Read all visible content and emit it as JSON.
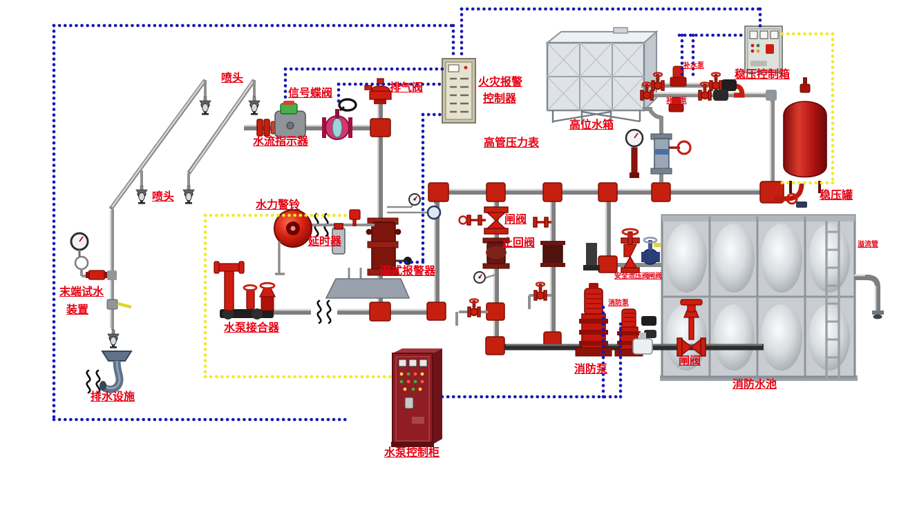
{
  "diagram_type": "fire-protection-sprinkler-system-schematic",
  "labels": {
    "sprinkler_top": "喷头",
    "sprinkler_lower": "喷头",
    "signal_butterfly_valve": "信号蝶阀",
    "water_flow_indicator": "水流指示器",
    "exhaust_valve": "排气阀",
    "fire_alarm_controller_line1": "火灾报警",
    "fire_alarm_controller_line2": "控制器",
    "high_pipe_pressure_gauge": "高管压力表",
    "high_level_water_tank": "高位水箱",
    "makeup_pump_top": "补水泵",
    "makeup_pump_bottom": "补水泵",
    "pressure_control_box": "稳压控制箱",
    "pressure_stabilizing_tank": "稳压罐",
    "hydraulic_alarm_bell": "水力警铃",
    "delay_device": "延时器",
    "wet_alarm_valve": "湿式报警器",
    "gate_valve_mid": "闸阀",
    "check_valve": "止回阀",
    "safety_relief_valve": "安全泄压阀",
    "safety_relief_gate_valve": "闸阀",
    "fire_pump_small": "消防泵",
    "fire_pump_main": "消防泵",
    "gate_valve_bottom": "闸阀",
    "fire_water_pool": "消防水池",
    "overflow_pipe": "溢流管",
    "end_test_device_line1": "末端试水",
    "end_test_device_line2": "装置",
    "drainage_facility": "排水设施",
    "pump_coupler": "水泵接合器",
    "pump_control_cabinet": "水泵控制柜"
  },
  "colors": {
    "label_red": "#e60012",
    "pipe_gray": "#7e7e7e",
    "fitting_red": "#c5200f",
    "wiring_blue": "#1717b2",
    "wiring_yellow": "#f2e92b",
    "pump_red": "#c3170d",
    "cabinet_red": "#8f1d23",
    "stab_tank_red": "#b5111b",
    "tank_steel": "#d8dcdf"
  }
}
